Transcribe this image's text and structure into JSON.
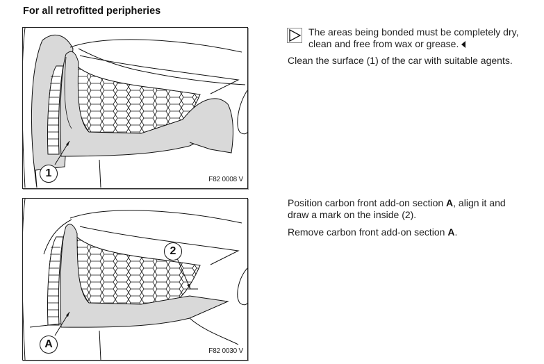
{
  "section": {
    "heading": "For all retrofitted peripheries"
  },
  "steps": [
    {
      "figure": {
        "code": "F82 0008 V",
        "callouts": [
          "1"
        ]
      },
      "note": {
        "icon": "note-triangle-icon",
        "text": "The areas being bonded must be completely dry, clean and free from wax or grease.",
        "end_marker": "end-of-note-icon"
      },
      "instructions": [
        "Clean the surface (1) of the car with suitable agents."
      ]
    },
    {
      "figure": {
        "code": "F82 0030 V",
        "callouts": [
          "2",
          "A"
        ]
      },
      "instructions": [
        {
          "before": "Position carbon front add-on section ",
          "bold": "A",
          "after": ", align it and draw a mark on the inside (2)."
        },
        {
          "before": "Remove carbon front add-on section ",
          "bold": "A",
          "after": "."
        }
      ]
    }
  ],
  "colors": {
    "part_fill": "#d9d9d9",
    "line": "#111111"
  }
}
